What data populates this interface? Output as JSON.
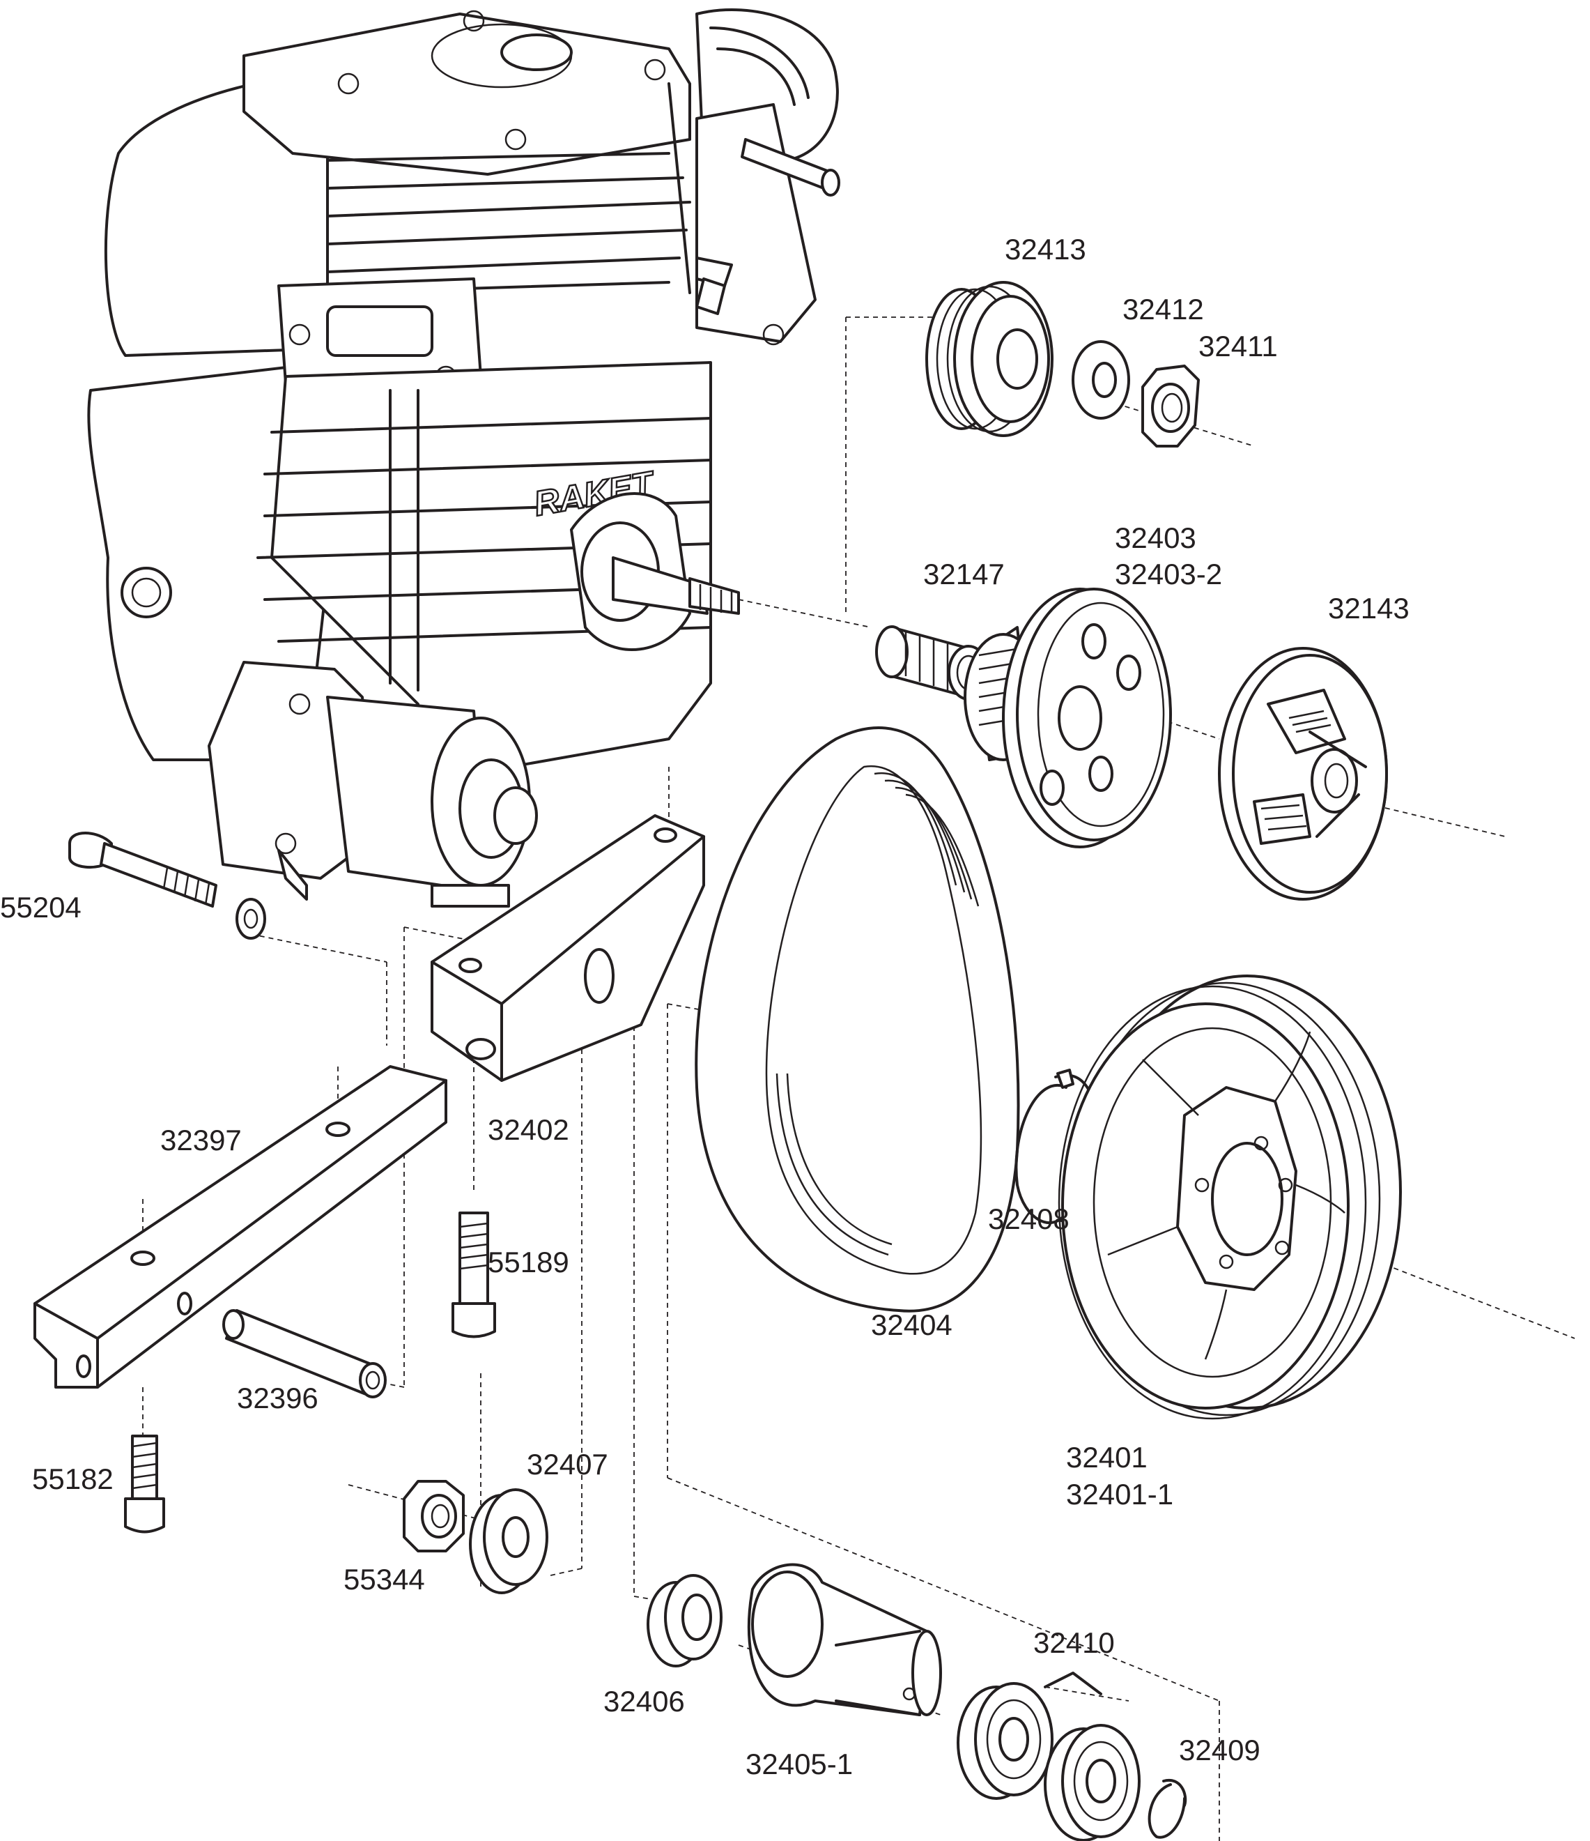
{
  "labels": {
    "p32413": "32413",
    "p32412": "32412",
    "p32411": "32411",
    "p32403": "32403",
    "p32403_2": "32403-2",
    "p32147": "32147",
    "p32143": "32143",
    "p55204": "55204",
    "p32397": "32397",
    "p32402": "32402",
    "p32408": "32408",
    "p55189": "55189",
    "p32404": "32404",
    "p32396": "32396",
    "p32401": "32401",
    "p32401_1": "32401-1",
    "p55182": "55182",
    "p32407": "32407",
    "p55344": "55344",
    "p32410": "32410",
    "p32406": "32406",
    "p32409": "32409",
    "p32405_1": "32405-1"
  },
  "brand_logo": "RAKET",
  "colors": {
    "line": "#231f20",
    "background": "#ffffff"
  }
}
